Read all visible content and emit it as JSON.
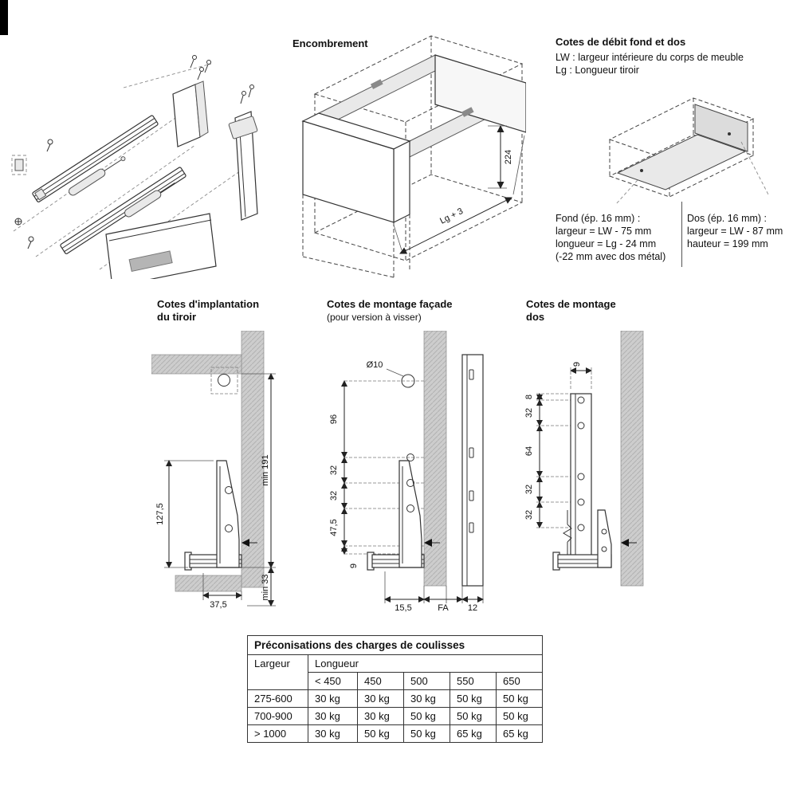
{
  "encombrement": {
    "title": "Encombrement",
    "dim_height": "224",
    "dim_depth": "Lg + 3"
  },
  "debit": {
    "title": "Cotes de débit fond et dos",
    "lw_def": "LW : largeur intérieure du corps de meuble",
    "lg_def": "Lg : Longueur tiroir",
    "fond": {
      "heading": "Fond (ép. 16 mm) :",
      "l1": "largeur = LW - 75 mm",
      "l2": "longueur = Lg - 24 mm",
      "l3": "(-22 mm avec dos métal)"
    },
    "dos": {
      "heading": "Dos (ép. 16 mm) :",
      "l1": "largeur = LW - 87 mm",
      "l2": "hauteur = 199 mm"
    }
  },
  "implantation": {
    "title_line1": "Cotes d'implantation",
    "title_line2": "du tiroir",
    "dim_side_height": "127,5",
    "dim_min_height": "min 191",
    "dim_bottom": "37,5",
    "dim_min_bottom": "min 33"
  },
  "facade": {
    "title_line1": "Cotes de montage façade",
    "title_line2": "(pour version à visser)",
    "dim_hole": "Ø10",
    "dim_v1": "96",
    "dim_v2": "32",
    "dim_v3": "32",
    "dim_v4": "47,5",
    "dim_v5": "9",
    "dim_b1": "15,5",
    "dim_b2": "FA",
    "dim_b3": "12"
  },
  "montage_dos": {
    "title_line1": "Cotes de montage",
    "title_line2": "dos",
    "dim_top": "9",
    "dim_v1": "8",
    "dim_v2": "32",
    "dim_v3": "64",
    "dim_v4": "32",
    "dim_v5": "32"
  },
  "load_table": {
    "title": "Préconisations des charges de coulisses",
    "col_largeur": "Largeur",
    "col_longueur": "Longueur",
    "lengths": [
      "< 450",
      "450",
      "500",
      "550",
      "650"
    ],
    "rows": [
      {
        "largeur": "275-600",
        "values": [
          "30 kg",
          "30 kg",
          "30 kg",
          "50 kg",
          "50 kg"
        ]
      },
      {
        "largeur": "700-900",
        "values": [
          "30 kg",
          "30 kg",
          "50 kg",
          "50 kg",
          "50 kg"
        ]
      },
      {
        "largeur": "> 1000",
        "values": [
          "30 kg",
          "50 kg",
          "50 kg",
          "65 kg",
          "65 kg"
        ]
      }
    ]
  }
}
